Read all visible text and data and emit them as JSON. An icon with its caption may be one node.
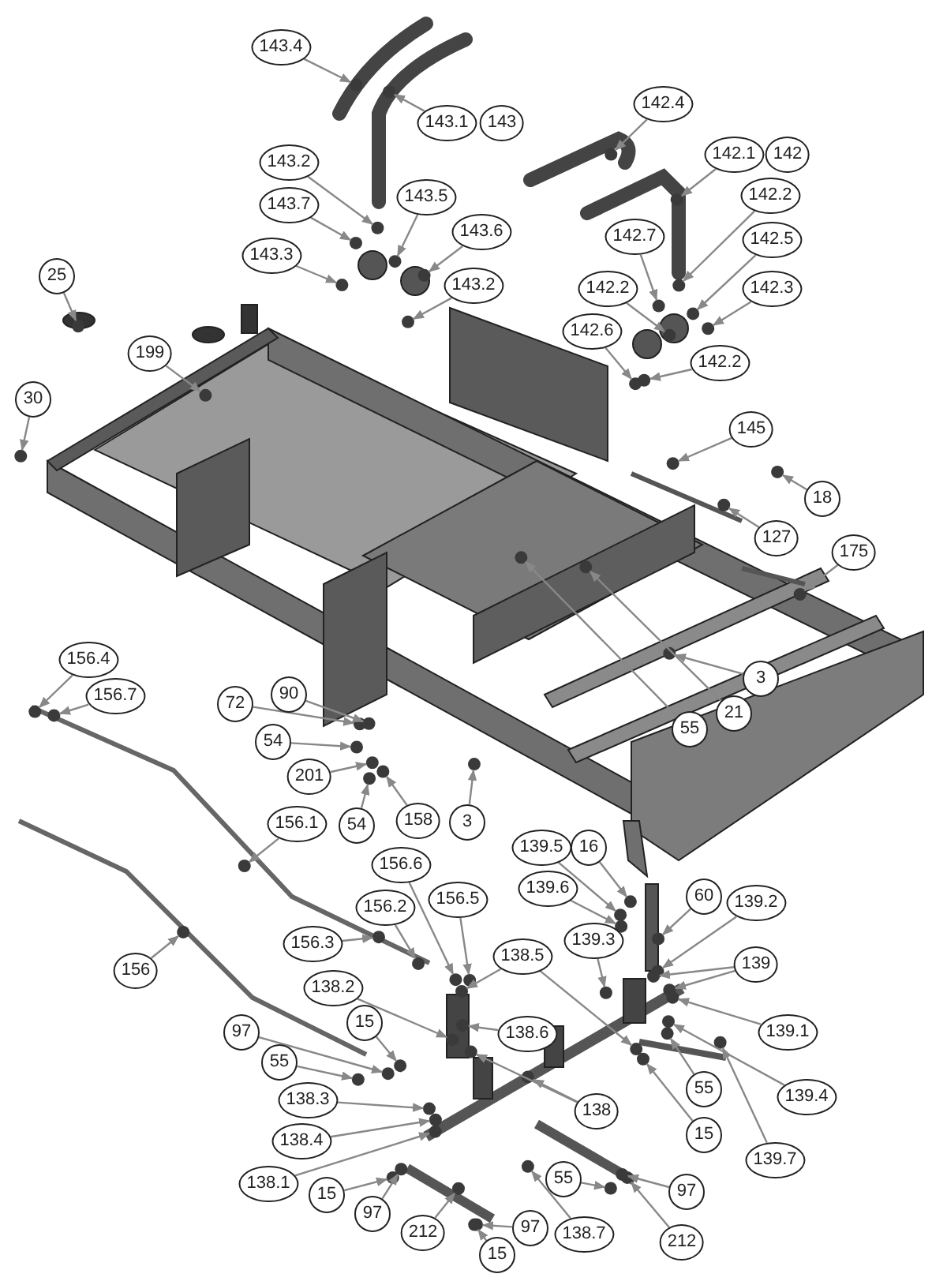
{
  "diagram": {
    "nodes": [
      {
        "text": [
          "143.4"
        ]
      },
      {
        "text": [
          "143.1"
        ]
      },
      {
        "text": [
          "143"
        ]
      },
      {
        "text": [
          "142.4"
        ]
      },
      {
        "text": [
          "142.1"
        ]
      },
      {
        "text": [
          "142"
        ]
      },
      {
        "text": [
          "143.2"
        ]
      },
      {
        "text": [
          "143.7"
        ]
      },
      {
        "text": [
          "143.5"
        ]
      },
      {
        "text": [
          "143.6"
        ]
      },
      {
        "text": [
          "143.3"
        ]
      },
      {
        "text": [
          "143.2"
        ]
      },
      {
        "text": [
          "142.2"
        ]
      },
      {
        "text": [
          "142.7"
        ]
      },
      {
        "text": [
          "142.5"
        ]
      },
      {
        "text": [
          "142.2"
        ]
      },
      {
        "text": [
          "142.3"
        ]
      },
      {
        "text": [
          "142.6"
        ]
      },
      {
        "text": [
          "142.2"
        ]
      },
      {
        "text": [
          "25"
        ]
      },
      {
        "text": [
          "199"
        ]
      },
      {
        "text": [
          "30"
        ]
      },
      {
        "text": [
          "145"
        ]
      },
      {
        "text": [
          "18"
        ]
      },
      {
        "text": [
          "127"
        ]
      },
      {
        "text": [
          "175"
        ]
      },
      {
        "text": [
          "3"
        ]
      },
      {
        "text": [
          "55"
        ]
      },
      {
        "text": [
          "21"
        ]
      },
      {
        "text": [
          "156.4"
        ]
      },
      {
        "text": [
          "156.7"
        ]
      },
      {
        "text": [
          "72"
        ]
      },
      {
        "text": [
          "90"
        ]
      },
      {
        "text": [
          "54"
        ]
      },
      {
        "text": [
          "201"
        ]
      },
      {
        "text": [
          "54"
        ]
      },
      {
        "text": [
          "158"
        ]
      },
      {
        "text": [
          "3"
        ]
      },
      {
        "text": [
          "156.1"
        ]
      },
      {
        "text": [
          "156"
        ]
      },
      {
        "text": [
          "156.6"
        ]
      },
      {
        "text": [
          "156.5"
        ]
      },
      {
        "text": [
          "156.2"
        ]
      },
      {
        "text": [
          "156.3"
        ]
      },
      {
        "text": [
          "139.5"
        ]
      },
      {
        "text": [
          "16"
        ]
      },
      {
        "text": [
          "139.6"
        ]
      },
      {
        "text": [
          "60"
        ]
      },
      {
        "text": [
          "139.2"
        ]
      },
      {
        "text": [
          "139.3"
        ]
      },
      {
        "text": [
          "139"
        ]
      },
      {
        "text": [
          "138.5"
        ]
      },
      {
        "text": [
          "138.2"
        ]
      },
      {
        "text": [
          "138.6"
        ]
      },
      {
        "text": [
          "15"
        ]
      },
      {
        "text": [
          "97"
        ]
      },
      {
        "text": [
          "55"
        ]
      },
      {
        "text": [
          "139.1"
        ]
      },
      {
        "text": [
          "138.3"
        ]
      },
      {
        "text": [
          "138"
        ]
      },
      {
        "text": [
          "55"
        ]
      },
      {
        "text": [
          "139.4"
        ]
      },
      {
        "text": [
          "138.4"
        ]
      },
      {
        "text": [
          "15"
        ]
      },
      {
        "text": [
          "139.7"
        ]
      },
      {
        "text": [
          "138.1"
        ]
      },
      {
        "text": [
          "15"
        ]
      },
      {
        "text": [
          "55"
        ]
      },
      {
        "text": [
          "97"
        ]
      },
      {
        "text": [
          "97"
        ]
      },
      {
        "text": [
          "212"
        ]
      },
      {
        "text": [
          "97"
        ]
      },
      {
        "text": [
          "138.7"
        ]
      },
      {
        "text": [
          "212"
        ]
      },
      {
        "text": [
          "15"
        ]
      },
      {
        "text": [],
        "shape": "circle"
      },
      {
        "text": [],
        "shape": "circle"
      },
      {
        "text": [],
        "shape": "circle"
      },
      {
        "text": [],
        "shape": "circle"
      },
      {
        "text": [],
        "shape": "circle"
      },
      {
        "text": [],
        "shape": "circle"
      },
      {
        "text": [],
        "shape": "circle"
      },
      {
        "text": [],
        "shape": "circle"
      },
      {
        "text": [],
        "shape": "circle"
      },
      {
        "text": [],
        "shape": "circle"
      },
      {
        "text": [],
        "shape": "circle"
      },
      {
        "text": [],
        "shape": "circle"
      },
      {
        "text": [],
        "shape": "circle"
      },
      {
        "text": [],
        "shape": "circle"
      },
      {
        "text": [],
        "shape": "circle"
      },
      {
        "text": [],
        "shape": "circle"
      },
      {
        "text": [],
        "shape": "circle"
      },
      {
        "text": [],
        "shape": "circle"
      },
      {
        "text": [],
        "shape": "circle"
      },
      {
        "text": [],
        "shape": "circle"
      },
      {
        "text": [],
        "shape": "circle"
      },
      {
        "text": [],
        "shape": "circle"
      },
      {
        "text": [],
        "shape": "circle"
      },
      {
        "text": [],
        "shape": "circle"
      },
      {
        "text": [],
        "shape": "circle"
      },
      {
        "text": [],
        "shape": "circle"
      },
      {
        "text": [],
        "shape": "circle"
      },
      {
        "text": [],
        "shape": "circle"
      },
      {
        "text": [],
        "shape": "circle"
      },
      {
        "text": [],
        "shape": "circle"
      },
      {
        "text": [],
        "shape": "circle"
      },
      {
        "text": [],
        "shape": "circle"
      },
      {
        "text": [],
        "shape": "circle"
      },
      {
        "text": [],
        "shape": "circle"
      },
      {
        "text": [],
        "shape": "circle"
      },
      {
        "text": [],
        "shape": "circle"
      },
      {
        "text": [],
        "shape": "circle"
      },
      {
        "text": [],
        "shape": "circle"
      },
      {
        "text": [],
        "shape": "circle"
      },
      {
        "text": [],
        "shape": "circle"
      },
      {
        "text": [],
        "shape": "circle"
      },
      {
        "text": [],
        "shape": "circle"
      },
      {
        "text": [],
        "shape": "circle"
      },
      {
        "text": [],
        "shape": "circle"
      },
      {
        "text": [],
        "shape": "circle"
      },
      {
        "text": [],
        "shape": "circle"
      },
      {
        "text": [],
        "shape": "circle"
      },
      {
        "text": [],
        "shape": "circle"
      },
      {
        "text": [],
        "shape": "circle"
      },
      {
        "text": [],
        "shape": "circle"
      },
      {
        "text": [],
        "shape": "circle"
      },
      {
        "text": [],
        "shape": "circle"
      },
      {
        "text": [],
        "shape": "circle"
      },
      {
        "text": [],
        "shape": "circle"
      },
      {
        "text": [],
        "shape": "circle"
      },
      {
        "text": [],
        "shape": "circle"
      },
      {
        "text": [],
        "shape": "circle"
      },
      {
        "text": [],
        "shape": "circle"
      },
      {
        "text": [],
        "shape": "circle"
      },
      {
        "text": [],
        "shape": "circle"
      },
      {
        "text": [],
        "shape": "circle"
      },
      {
        "text": [],
        "shape": "circle"
      },
      {
        "text": [],
        "shape": "circle"
      },
      {
        "text": [],
        "shape": "circle"
      },
      {
        "text": [],
        "shape": "circle"
      },
      {
        "text": [],
        "shape": "circle"
      },
      {
        "text": [],
        "shape": "circle"
      },
      {
        "text": [],
        "shape": "circle"
      },
      {
        "text": [],
        "shape": "circle"
      },
      {
        "text": [],
        "shape": "circle"
      },
      {
        "text": [],
        "shape": "circle"
      },
      {
        "text": [],
        "shape": "circle"
      },
      {
        "text": [],
        "shape": "circle"
      },
      {
        "text": [],
        "shape": "circle"
      },
      {
        "text": [],
        "shape": "circle"
      },
      {
        "text": [],
        "shape": "circle"
      }
    ],
    "edges": [
      {
        "from": 0,
        "to": 75,
        "arrow": "to"
      },
      {
        "from": 1,
        "to": 76,
        "arrow": "to"
      },
      {
        "from": 3,
        "to": 77,
        "arrow": "to"
      },
      {
        "from": 4,
        "to": 78,
        "arrow": "to"
      },
      {
        "from": 6,
        "to": 79,
        "arrow": "to"
      },
      {
        "from": 7,
        "to": 80,
        "arrow": "to"
      },
      {
        "from": 8,
        "to": 81,
        "arrow": "to"
      },
      {
        "from": 9,
        "to": 82,
        "arrow": "to"
      },
      {
        "from": 10,
        "to": 83,
        "arrow": "to"
      },
      {
        "from": 11,
        "to": 84,
        "arrow": "to"
      },
      {
        "from": 12,
        "to": 85,
        "arrow": "to"
      },
      {
        "from": 13,
        "to": 86,
        "arrow": "to"
      },
      {
        "from": 14,
        "to": 87,
        "arrow": "to"
      },
      {
        "from": 15,
        "to": 88,
        "arrow": "to"
      },
      {
        "from": 16,
        "to": 89,
        "arrow": "to"
      },
      {
        "from": 17,
        "to": 90,
        "arrow": "to"
      },
      {
        "from": 18,
        "to": 91,
        "arrow": "to"
      },
      {
        "from": 19,
        "to": 92,
        "arrow": "to"
      },
      {
        "from": 20,
        "to": 93,
        "arrow": "to"
      },
      {
        "from": 21,
        "to": 94,
        "arrow": "to"
      },
      {
        "from": 22,
        "to": 95,
        "arrow": "to"
      },
      {
        "from": 23,
        "to": 96,
        "arrow": "to"
      },
      {
        "from": 24,
        "to": 97,
        "arrow": "to"
      },
      {
        "from": 25,
        "to": 98,
        "arrow": "to"
      },
      {
        "from": 26,
        "to": 99,
        "arrow": "to"
      },
      {
        "from": 27,
        "to": 100,
        "arrow": "to"
      },
      {
        "from": 28,
        "to": 101,
        "arrow": "to"
      },
      {
        "from": 29,
        "to": 102,
        "arrow": "to"
      },
      {
        "from": 30,
        "to": 103,
        "arrow": "to"
      },
      {
        "from": 31,
        "to": 104,
        "arrow": "to"
      },
      {
        "from": 32,
        "to": 105,
        "arrow": "to"
      },
      {
        "from": 33,
        "to": 106,
        "arrow": "to"
      },
      {
        "from": 34,
        "to": 107,
        "arrow": "to"
      },
      {
        "from": 35,
        "to": 108,
        "arrow": "to"
      },
      {
        "from": 36,
        "to": 109,
        "arrow": "to"
      },
      {
        "from": 37,
        "to": 110,
        "arrow": "to"
      },
      {
        "from": 38,
        "to": 111,
        "arrow": "to"
      },
      {
        "from": 39,
        "to": 112,
        "arrow": "to"
      },
      {
        "from": 40,
        "to": 113,
        "arrow": "to"
      },
      {
        "from": 41,
        "to": 114,
        "arrow": "to"
      },
      {
        "from": 42,
        "to": 115,
        "arrow": "to"
      },
      {
        "from": 43,
        "to": 116,
        "arrow": "to"
      },
      {
        "from": 44,
        "to": 117,
        "arrow": "to"
      },
      {
        "from": 45,
        "to": 118,
        "arrow": "to"
      },
      {
        "from": 46,
        "to": 119,
        "arrow": "to"
      },
      {
        "from": 47,
        "to": 120,
        "arrow": "to"
      },
      {
        "from": 48,
        "to": 121,
        "arrow": "to"
      },
      {
        "from": 49,
        "to": 122,
        "arrow": "to"
      },
      {
        "from": 50,
        "to": 123,
        "arrow": "to"
      },
      {
        "from": 50,
        "to": 124,
        "arrow": "to"
      },
      {
        "from": 51,
        "to": 125,
        "arrow": "to"
      },
      {
        "from": 51,
        "to": 126,
        "arrow": "to"
      },
      {
        "from": 52,
        "to": 127,
        "arrow": "to"
      },
      {
        "from": 53,
        "to": 128,
        "arrow": "to"
      },
      {
        "from": 54,
        "to": 129,
        "arrow": "to"
      },
      {
        "from": 55,
        "to": 130,
        "arrow": "to"
      },
      {
        "from": 56,
        "to": 131,
        "arrow": "to"
      },
      {
        "from": 57,
        "to": 132,
        "arrow": "to"
      },
      {
        "from": 58,
        "to": 133,
        "arrow": "to"
      },
      {
        "from": 59,
        "to": 134,
        "arrow": "to"
      },
      {
        "from": 59,
        "to": 135,
        "arrow": "to"
      },
      {
        "from": 60,
        "to": 136,
        "arrow": "to"
      },
      {
        "from": 61,
        "to": 137,
        "arrow": "to"
      },
      {
        "from": 62,
        "to": 138,
        "arrow": "to"
      },
      {
        "from": 63,
        "to": 139,
        "arrow": "to"
      },
      {
        "from": 64,
        "to": 140,
        "arrow": "to"
      },
      {
        "from": 65,
        "to": 141,
        "arrow": "to"
      },
      {
        "from": 66,
        "to": 142,
        "arrow": "to"
      },
      {
        "from": 67,
        "to": 143,
        "arrow": "to"
      },
      {
        "from": 68,
        "to": 144,
        "arrow": "to"
      },
      {
        "from": 69,
        "to": 145,
        "arrow": "to"
      },
      {
        "from": 70,
        "to": 146,
        "arrow": "to"
      },
      {
        "from": 71,
        "to": 147,
        "arrow": "to"
      },
      {
        "from": 72,
        "to": 148,
        "arrow": "to"
      },
      {
        "from": 73,
        "to": 149,
        "arrow": "to"
      },
      {
        "from": 74,
        "to": 150,
        "arrow": "to"
      }
    ]
  }
}
